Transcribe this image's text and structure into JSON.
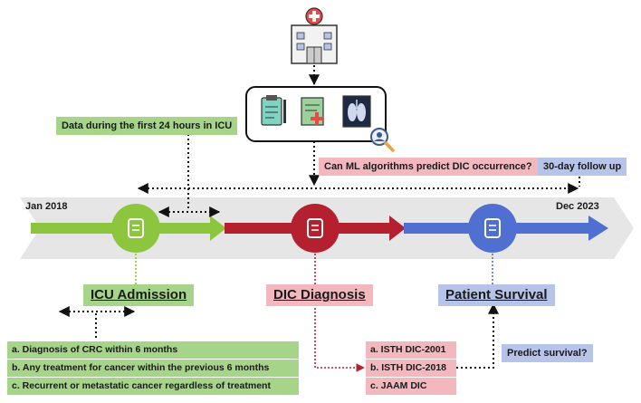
{
  "timeline": {
    "start_label": "Jan 2018",
    "end_label": "Dec 2023"
  },
  "labels": {
    "data_window": "Data during the first 24 hours in ICU",
    "question": "Can ML algorithms predict DIC occurrence?",
    "follow_up": "30-day follow up",
    "predict_survival": "Predict survival?"
  },
  "stages": [
    {
      "name": "ICU Admission",
      "color": "#8cc63f"
    },
    {
      "name": "DIC Diagnosis",
      "color": "#b5202e"
    },
    {
      "name": "Patient Survival",
      "color": "#4f6fd1"
    }
  ],
  "inclusion_criteria": [
    "a. Diagnosis of CRC within 6 months",
    "b. Any treatment for cancer within the previous 6 months",
    "c. Recurrent or metastatic cancer regardless of treatment"
  ],
  "dic_criteria": [
    "a. ISTH DIC-2001",
    "b. ISTH DIC-2018",
    "c. JAAM DIC"
  ],
  "icons": {
    "hospital": "hospital-icon",
    "clipboard": "clipboard-icon",
    "medical_record": "medical-record-icon",
    "lung_xray": "lung-xray-icon",
    "magnifier": "magnifier-icon",
    "document": "document-icon"
  }
}
